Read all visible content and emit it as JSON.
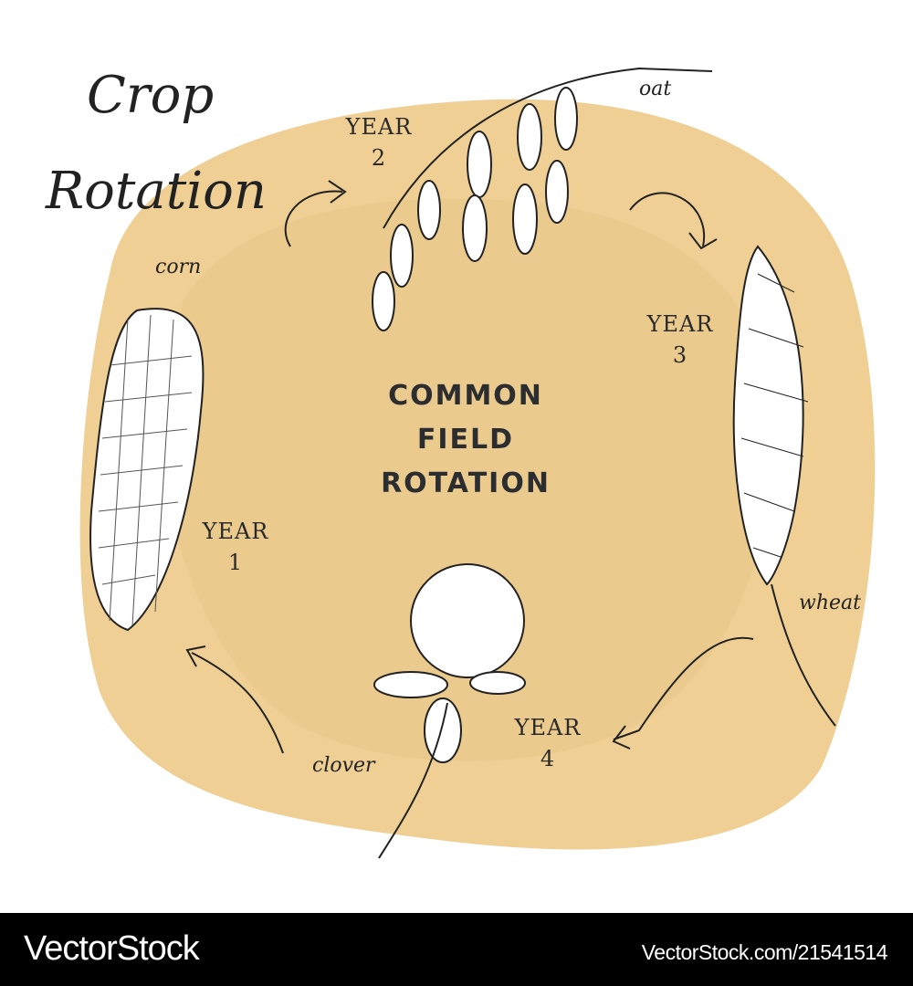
{
  "title": {
    "line1": "Crop",
    "line2": "Rotation"
  },
  "center_text": {
    "line1": "COMMON",
    "line2": "FIELD",
    "line3": "ROTATION"
  },
  "crops": [
    {
      "name": "corn",
      "year_label": "YEAR",
      "year": "1"
    },
    {
      "name": "oat",
      "year_label": "YEAR",
      "year": "2"
    },
    {
      "name": "wheat",
      "year_label": "YEAR",
      "year": "3"
    },
    {
      "name": "clover",
      "year_label": "YEAR",
      "year": "4"
    }
  ],
  "colors": {
    "blob": "#ecca8e",
    "blob_inner": "#e8c68c",
    "ink": "#2b2d30"
  },
  "footer": {
    "brand": "VectorStock",
    "url": "VectorStock.com/21541514"
  }
}
